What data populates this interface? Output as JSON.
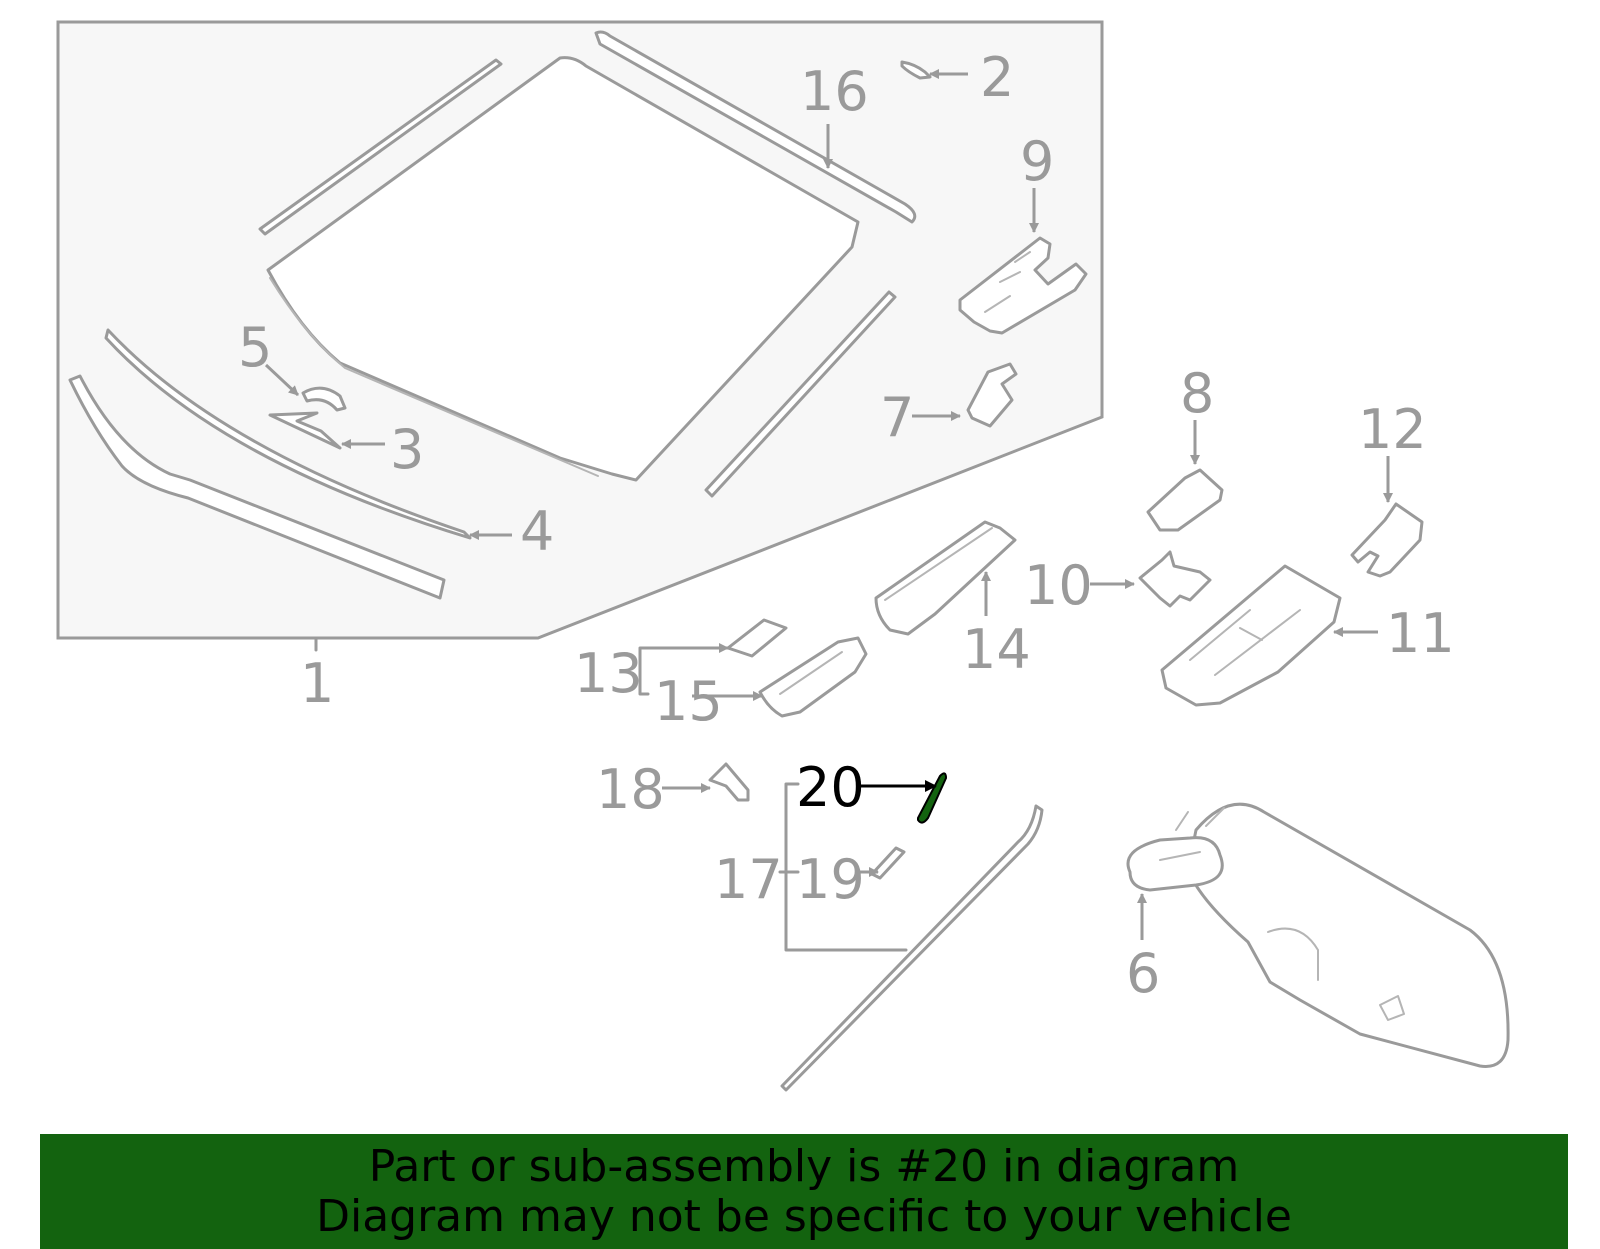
{
  "callouts": {
    "c1": "1",
    "c2": "2",
    "c3": "3",
    "c4": "4",
    "c5": "5",
    "c6": "6",
    "c7": "7",
    "c8": "8",
    "c9": "9",
    "c10": "10",
    "c11": "11",
    "c12": "12",
    "c13": "13",
    "c14": "14",
    "c15": "15",
    "c16": "16",
    "c17": "17",
    "c18": "18",
    "c19": "19",
    "c20": "20"
  },
  "highlight": {
    "part_number": "20",
    "color": "#13630f",
    "label_color": "#000000"
  },
  "colors": {
    "line": "#9a9a9a",
    "panel_fill": "#f7f7f7",
    "banner": "#13630f"
  },
  "banner": {
    "line1": "Part or sub-assembly is #20 in diagram",
    "line2": "Diagram may not be specific to your vehicle"
  }
}
